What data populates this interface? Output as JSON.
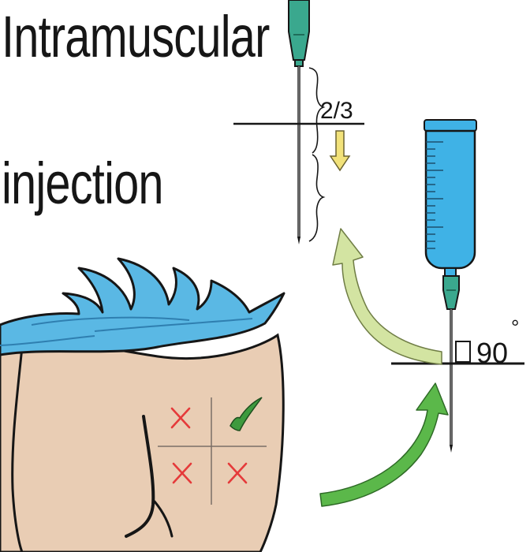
{
  "title_line1": "Intramuscular",
  "title_line2": "injection",
  "depth_label": "2/3",
  "angle_label": "90",
  "angle_unit": "°",
  "colors": {
    "syringe": "#3fb2e6",
    "needle_hub": "#3aa88e",
    "skin": "#e9cdb4",
    "cloth": "#5ab8e4",
    "arrow_light": "#d3e4a2",
    "arrow_green": "#5bb84a",
    "arrow_yellow": "#f2e27a",
    "cross": "#e53a3a",
    "check": "#3e9a3e",
    "outline": "#161616"
  },
  "icons": [
    "syringe-icon",
    "needle-icon",
    "cross-mark-icon",
    "check-mark-icon",
    "curved-arrow-icon",
    "down-arrow-icon"
  ]
}
